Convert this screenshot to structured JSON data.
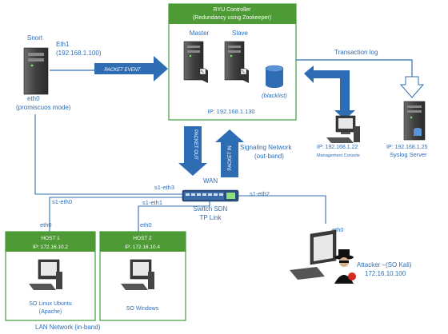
{
  "controller": {
    "title": "RYU Controller",
    "subtitle": "(Redundancy using Zookeeper)",
    "master_label": "Master",
    "slave_label": "Slave",
    "db_label": "(blacklist)",
    "ip": "IP: 192.168.1.130"
  },
  "snort": {
    "name": "Snort",
    "eth1": "Eth1",
    "eth1_ip": "(192.168.1.100)",
    "eth0": "eth0",
    "eth0_mode": "(promiscuos mode)",
    "packet_event": "PACKET EVENT"
  },
  "transaction_log": "Transaction log",
  "management_console": {
    "ip": "IP: 192.168.1.22",
    "name": "Management Console"
  },
  "syslog": {
    "ip": "IP: 192.168.1.25",
    "name": "Syslog Server"
  },
  "packet_out": "PACKET OUT",
  "packet_in": "PACKET IN",
  "signaling_network": [
    "Signaling Network",
    "(out-band)"
  ],
  "wan": "WAN",
  "switch": {
    "ports": [
      "s1-eth3",
      "s1-eth2",
      "s1-eth0",
      "s1-eth1"
    ],
    "name": "Switch SDN",
    "vendor": "TP Link"
  },
  "host1": {
    "title": "HOST 1",
    "ip": "IP: 172.16.10.2",
    "eth": "eth0",
    "os": "SO Linux Ubuntu",
    "service": "(Apache)"
  },
  "host2": {
    "title": "HOST 2",
    "ip": "IP: 172.16.10.4",
    "eth": "eth0",
    "os": "SO Windows"
  },
  "attacker": {
    "eth": "eth0",
    "name": "Attacker  –(SO Kali)",
    "ip": "172.16.10.100"
  },
  "lan_label": "LAN Network (in-band)",
  "colors": {
    "green": "#4e9a35",
    "box_border": "#3f9e3a",
    "blue": "#2e6db4",
    "server": "#454545",
    "switch": "#2a4e80"
  }
}
